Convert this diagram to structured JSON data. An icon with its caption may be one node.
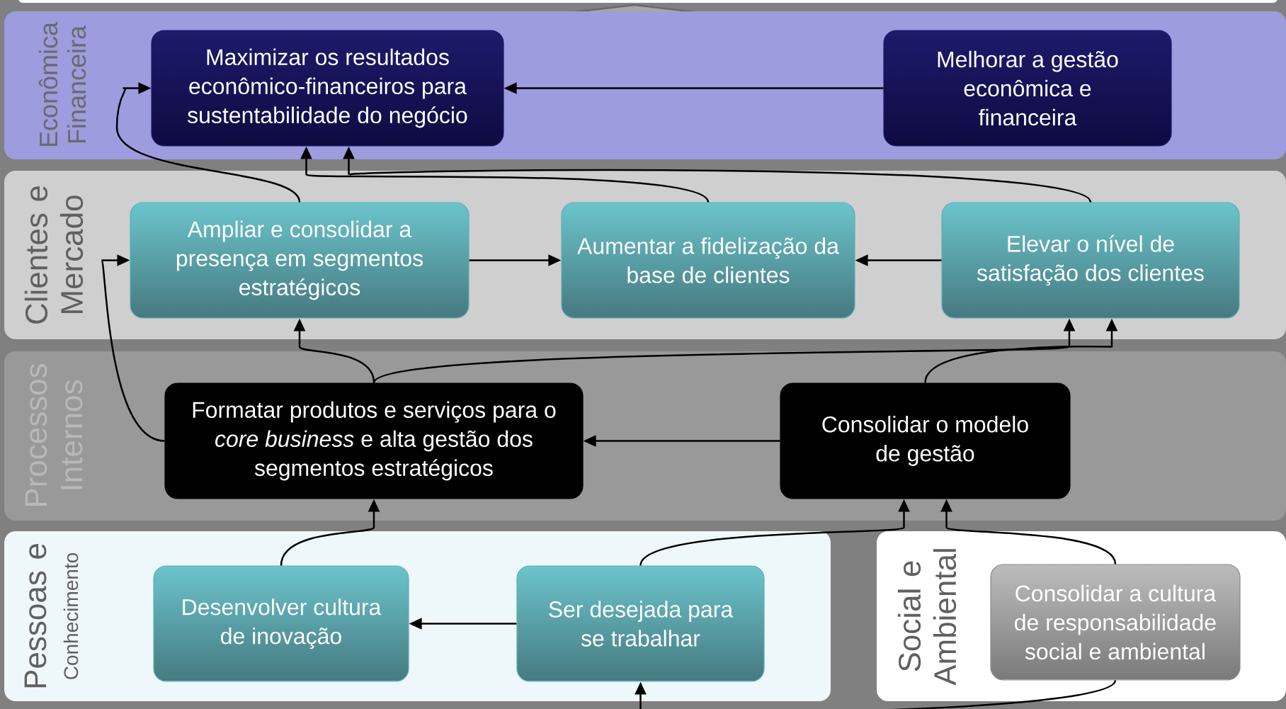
{
  "diagram": {
    "nodes": [
      {
        "text": [
          "Econômica Financeira"
        ]
      },
      {
        "text": [
          "Maximizar os resultados econômico-financeiros para sustentabilidade do negócio"
        ],
        "in": 0
      },
      {
        "text": [
          "Melhorar a gestão econômica e financeira"
        ],
        "in": 0
      },
      {
        "text": [
          "Clientes e Mercado"
        ]
      },
      {
        "text": [
          "Ampliar e consolidar a presença em segmentos estratégicos"
        ],
        "in": 3
      },
      {
        "text": [
          "Aumentar a fidelização da base de clientes"
        ],
        "in": 3
      },
      {
        "text": [
          "Elevar o nível de satisfação dos clientes"
        ],
        "in": 3
      },
      {
        "text": [
          "Processos Internos"
        ]
      },
      {
        "text": [
          "Formatar produtos e serviços para o *core business* e alta gestão dos segmentos estratégicos"
        ],
        "in": 7
      },
      {
        "text": [
          "Consolidar o modelo de gestão"
        ],
        "in": 7
      },
      {
        "text": [
          "Pessoas e",
          "Conhecimento"
        ]
      },
      {
        "text": [
          "Desenvolver cultura de inovação"
        ],
        "in": 10
      },
      {
        "text": [
          "Ser desejada para se trabalhar"
        ],
        "in": 10
      },
      {
        "text": [
          "Social e Ambiental"
        ]
      },
      {
        "text": [
          "Consolidar a cultura de responsabilidade social e ambiental"
        ],
        "in": 13
      }
    ],
    "edges": [
      {
        "from": 2,
        "to": 1,
        "arrow": "to"
      },
      {
        "from": 4,
        "to": 1,
        "arrow": "to"
      },
      {
        "from": 5,
        "to": 1,
        "arrow": "to"
      },
      {
        "from": 6,
        "to": 1,
        "arrow": "to"
      },
      {
        "from": 4,
        "to": 5,
        "arrow": "to"
      },
      {
        "from": 6,
        "to": 5,
        "arrow": "to"
      },
      {
        "from": 8,
        "to": 4,
        "arrow": "to"
      },
      {
        "from": 8,
        "to": 6,
        "arrow": "to"
      },
      {
        "from": 8,
        "to": 4,
        "arrow": "to"
      },
      {
        "from": 9,
        "to": 8,
        "arrow": "to"
      },
      {
        "from": 9,
        "to": 6,
        "arrow": "to"
      },
      {
        "from": 11,
        "to": 8,
        "arrow": "to"
      },
      {
        "from": 12,
        "to": 9,
        "arrow": "to"
      },
      {
        "from": 14,
        "to": 9,
        "arrow": "to"
      },
      {
        "from": 12,
        "to": 11,
        "arrow": "to"
      },
      {
        "from": 14,
        "to": 12,
        "arrow": "to"
      }
    ]
  }
}
